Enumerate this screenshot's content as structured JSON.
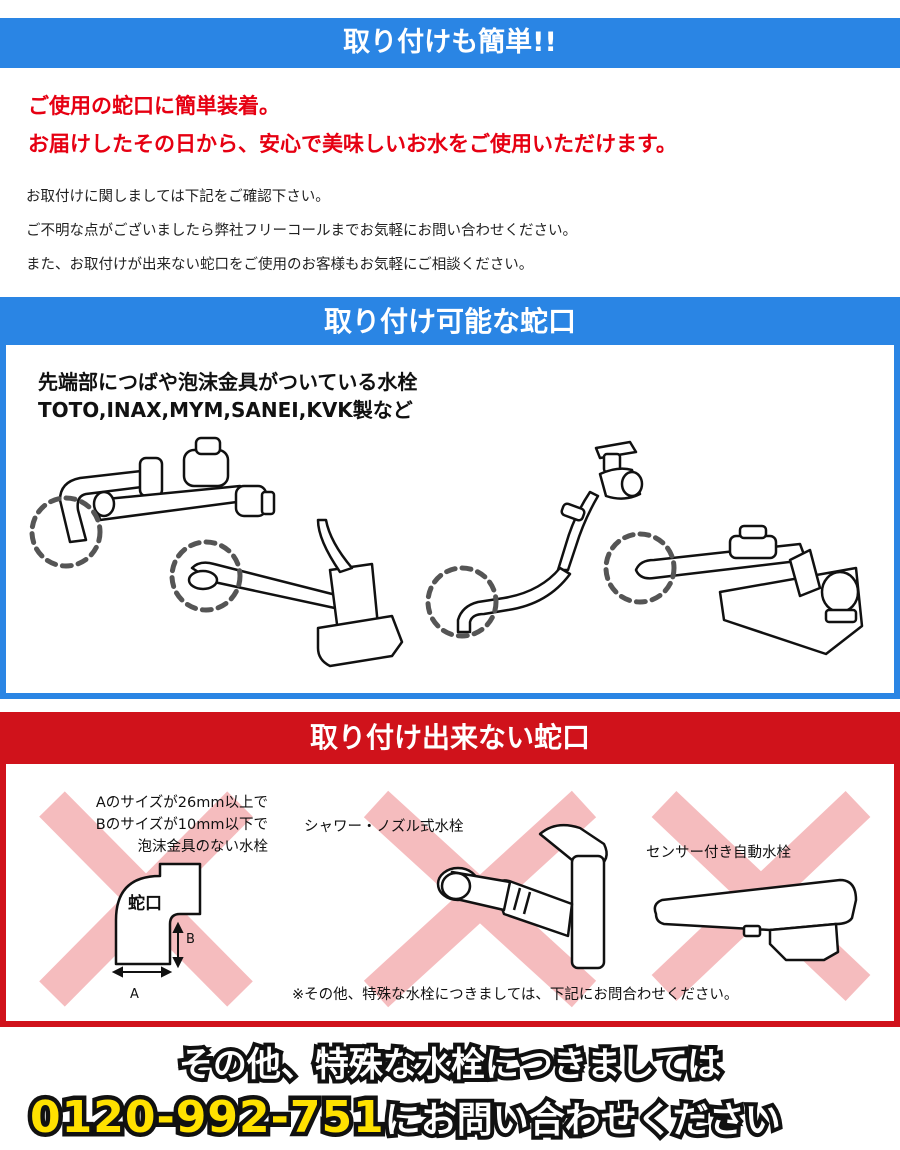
{
  "header": {
    "title": "取り付けも簡単!!"
  },
  "intro": {
    "red_line1": "ご使用の蛇口に簡単装着。",
    "red_line2": "お届けしたその日から、安心で美味しいお水をご使用いただけます。",
    "body_line1": "お取付けに関しましては下記をご確認下さい。",
    "body_line2": "ご不明な点がございましたら弊社フリーコールまでお気軽にお問い合わせください。",
    "body_line3": "また、お取付けが出来ない蛇口をご使用のお客様もお気軽にご相談ください。"
  },
  "compatible": {
    "title": "取り付け可能な蛇口",
    "desc_line1": "先端部につばや泡沫金具がついている水栓",
    "desc_line2": "TOTO,INAX,MYM,SANEI,KVK製など"
  },
  "incompatible": {
    "title": "取り付け出来ない蛇口",
    "item1_line1": "Aのサイズが26mm以上で",
    "item1_line2": "Bのサイズが10mm以下で",
    "item1_line3": "泡沫金具のない水栓",
    "item1_label": "蛇口",
    "dim_a": "A",
    "dim_b": "B",
    "item2": "シャワー・ノズル式水栓",
    "item3": "センサー付き自動水栓",
    "note": "※その他、特殊な水栓につきましては、下記にお問合わせください。"
  },
  "footer": {
    "line1": "その他、特殊な水栓につきましては",
    "phone": "0120-992-751",
    "tail": "にお問い合わせください"
  },
  "colors": {
    "accent_blue": "#2a85e4",
    "accent_red": "#d0121b",
    "warning_red": "#e60012",
    "phone_yellow": "#ffe100",
    "cross_pink": "#f5b5b8"
  }
}
